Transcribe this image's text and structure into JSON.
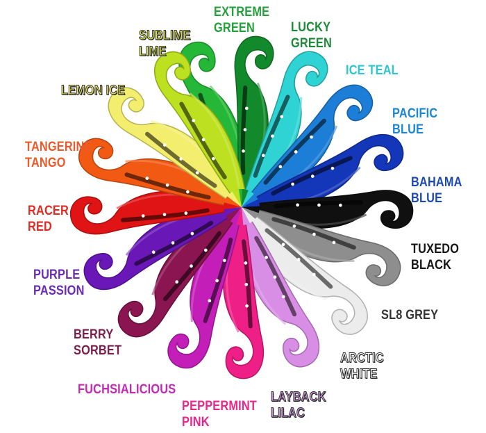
{
  "colors": [
    {
      "id": "extreme-green",
      "lines": [
        "EXTREME",
        "GREEN"
      ],
      "hex": "#25b838",
      "text_hex": "#23a13a"
    },
    {
      "id": "lucky-green",
      "lines": [
        "LUCKY",
        "GREEN"
      ],
      "hex": "#128a2c",
      "text_hex": "#1d8a37"
    },
    {
      "id": "ice-teal",
      "lines": [
        "ICE TEAL"
      ],
      "hex": "#2fd3d3",
      "text_hex": "#2ec7cf"
    },
    {
      "id": "pacific-blue",
      "lines": [
        "PACIFIC",
        "BLUE"
      ],
      "hex": "#1c7ed6",
      "text_hex": "#1d86d0"
    },
    {
      "id": "bahama-blue",
      "lines": [
        "BAHAMA",
        "BLUE"
      ],
      "hex": "#1436b8",
      "text_hex": "#1d4ab3"
    },
    {
      "id": "tuxedo-black",
      "lines": [
        "TUXEDO",
        "BLACK"
      ],
      "hex": "#101010",
      "text_hex": "#151515"
    },
    {
      "id": "sl8-grey",
      "lines": [
        "SL8 GREY"
      ],
      "hex": "#8e8e8e",
      "text_hex": "#333333"
    },
    {
      "id": "arctic-white",
      "lines": [
        "ARCTIC",
        "WHITE"
      ],
      "hex": "#ececec",
      "text_hex": "#ffffff"
    },
    {
      "id": "layback-lilac",
      "lines": [
        "LAYBACK",
        "LILAC"
      ],
      "hex": "#d98ee6",
      "text_hex": "#c891d8"
    },
    {
      "id": "peppermint-pink",
      "lines": [
        "PEPPERMINT",
        "PINK"
      ],
      "hex": "#ee1f86",
      "text_hex": "#e8278b"
    },
    {
      "id": "fuchsialicious",
      "lines": [
        "FUCHSIALICIOUS"
      ],
      "hex": "#c31fb8",
      "text_hex": "#c429b5"
    },
    {
      "id": "berry-sorbet",
      "lines": [
        "BERRY",
        "SORBET"
      ],
      "hex": "#8a1550",
      "text_hex": "#7c1d4a"
    },
    {
      "id": "purple-passion",
      "lines": [
        "PURPLE",
        "PASSION"
      ],
      "hex": "#6a17b8",
      "text_hex": "#6b2bb3"
    },
    {
      "id": "racer-red",
      "lines": [
        "RACER",
        "RED"
      ],
      "hex": "#e01414",
      "text_hex": "#e02b22"
    },
    {
      "id": "tangerine-tango",
      "lines": [
        "TANGERINE",
        "TANGO"
      ],
      "hex": "#f25a14",
      "text_hex": "#ea5a2a"
    },
    {
      "id": "lemon-ice",
      "lines": [
        "LEMON ICE"
      ],
      "hex": "#f4ee6e",
      "text_hex": "#f1e96a"
    },
    {
      "id": "sublime-lime",
      "lines": [
        "SUBLIME",
        "LIME"
      ],
      "hex": "#bde020",
      "text_hex": "#d8e24a"
    }
  ]
}
